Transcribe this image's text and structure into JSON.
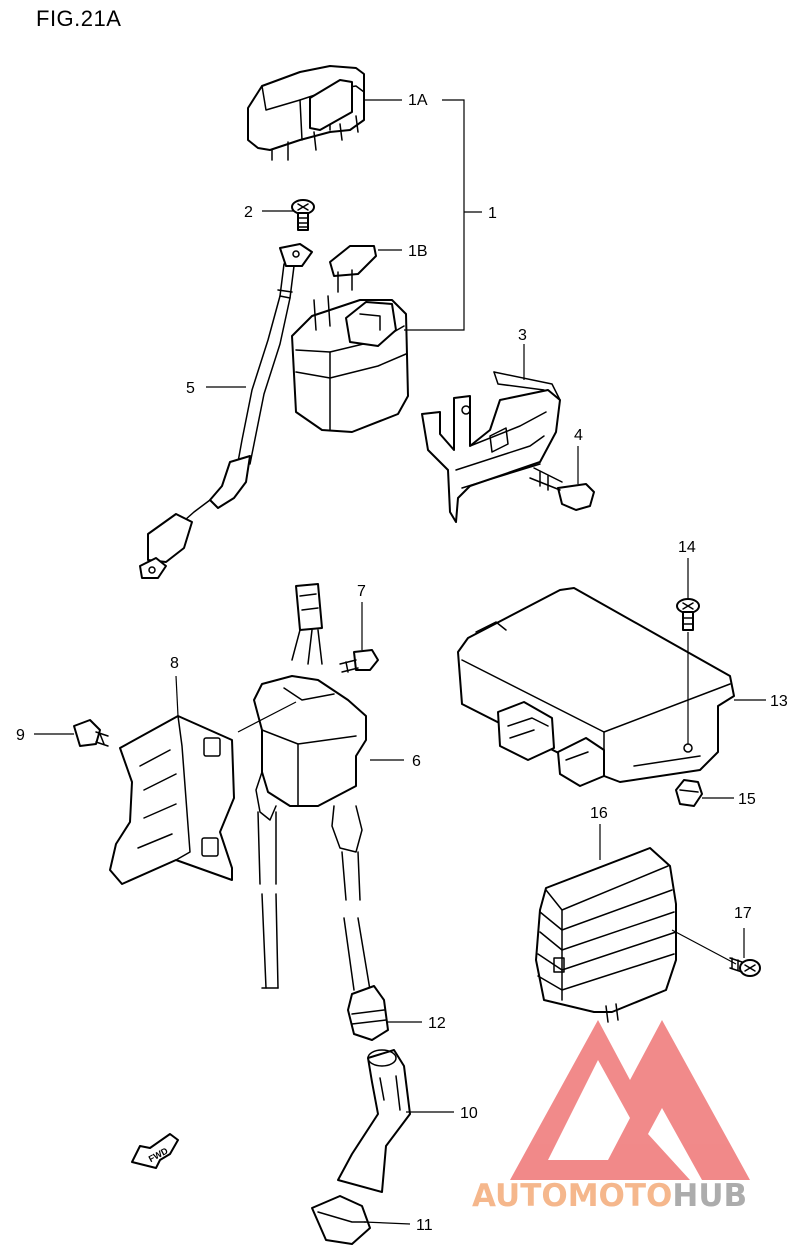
{
  "figure": {
    "title": "FIG.21A"
  },
  "callouts": {
    "p1A": "1A",
    "p1": "1",
    "p1B": "1B",
    "p2": "2",
    "p3": "3",
    "p4": "4",
    "p5": "5",
    "p6": "6",
    "p7": "7",
    "p8": "8",
    "p9": "9",
    "p10": "10",
    "p11": "11",
    "p12": "12",
    "p13": "13",
    "p14": "14",
    "p15": "15",
    "p16": "16",
    "p17": "17"
  },
  "fwd_arrow": {
    "label": "FWD"
  },
  "watermark": {
    "part1": "AUTOMOTO",
    "part2": "HUB",
    "color_logo": "#f08080",
    "color_text1": "#f5b183",
    "color_text2": "#a6a6a6"
  }
}
